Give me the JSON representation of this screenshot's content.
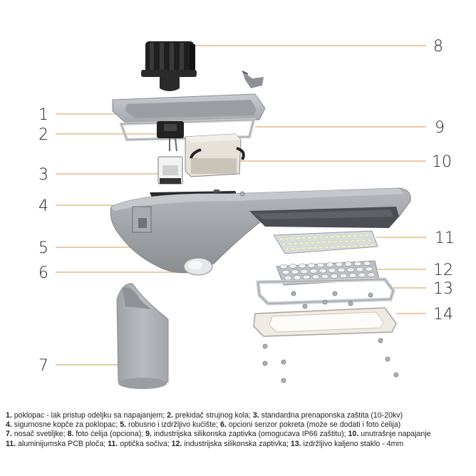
{
  "callouts": [
    {
      "id": "1",
      "label": "1"
    },
    {
      "id": "2",
      "label": "2"
    },
    {
      "id": "3",
      "label": "3"
    },
    {
      "id": "4",
      "label": "4"
    },
    {
      "id": "5",
      "label": "5"
    },
    {
      "id": "6",
      "label": "6"
    },
    {
      "id": "7",
      "label": "7"
    },
    {
      "id": "8",
      "label": "8"
    },
    {
      "id": "9",
      "label": "9"
    },
    {
      "id": "10",
      "label": "10"
    },
    {
      "id": "11",
      "label": "11"
    },
    {
      "id": "12",
      "label": "12"
    },
    {
      "id": "13",
      "label": "13"
    },
    {
      "id": "14",
      "label": "14"
    }
  ],
  "legend": {
    "l1": [
      {
        "n": "1.",
        "t": " poklopac - lak pristup odeljku sa napajanjem; "
      },
      {
        "n": "2.",
        "t": " prekidač strujnog kola; "
      },
      {
        "n": "3.",
        "t": " standardna prenaponska zaštita (10-20kv)"
      }
    ],
    "l2": [
      {
        "n": "4.",
        "t": " sigurnosne kopče za poklopac; "
      },
      {
        "n": "5.",
        "t": " robusno i izdržljivo kućište; "
      },
      {
        "n": "6.",
        "t": " opcioni senzor pokreta (može se dodati i foto ćelija)"
      }
    ],
    "l3": [
      {
        "n": "7.",
        "t": " nosač svetiljke; "
      },
      {
        "n": "8.",
        "t": " foto ćelija (opciona); "
      },
      {
        "n": "9.",
        "t": " industrijska silikonska zaptivka (omogućava IP66 zaštitu); "
      },
      {
        "n": "10.",
        "t": " unutrašnje napajanje"
      }
    ],
    "l4": [
      {
        "n": "11.",
        "t": " aluminijumska PCB ploča; "
      },
      {
        "n": "11.",
        "t": " optička sočiva; "
      },
      {
        "n": "12.",
        "t": " industrijska silikonska zaptivka; "
      },
      {
        "n": "13.",
        "t": " izdržljivo kaljeno staklo - 4mm"
      }
    ]
  },
  "colors": {
    "leader": "#e8b98a",
    "housing": "#9b9fa3",
    "housing_dark": "#6f7377",
    "gasket": "#c9cdd0",
    "led_board": "#d8dce0",
    "led": "#f2f2c8"
  }
}
